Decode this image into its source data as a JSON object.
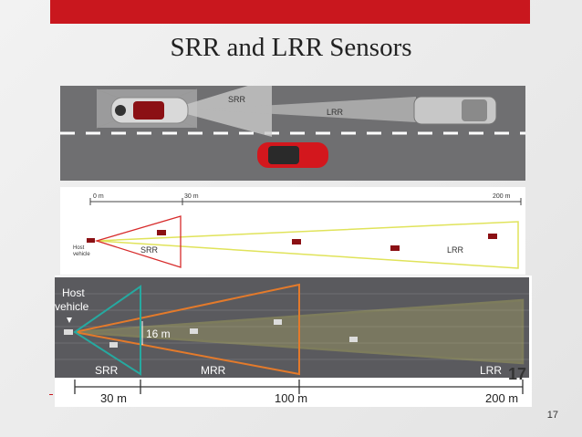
{
  "slide": {
    "title": "SRR and LRR Sensors",
    "page_number": "17",
    "accent_color": "#c9171e"
  },
  "road_diagram": {
    "srr_label": "SRR",
    "lrr_label": "LRR"
  },
  "schematic": {
    "ticks": [
      "0 m",
      "30 m",
      "200 m"
    ],
    "host_label_line1": "Host",
    "host_label_line2": "vehicle",
    "srr_label": "SRR",
    "lrr_label": "LRR"
  },
  "radar": {
    "host_label_line1": "Host",
    "host_label_line2": "vehicle",
    "width_label": "16 m",
    "srr_label": "SRR",
    "mrr_label": "MRR",
    "lrr_label": "LRR",
    "watermark": "17",
    "distances": [
      "30 m",
      "100 m",
      "200 m"
    ]
  }
}
